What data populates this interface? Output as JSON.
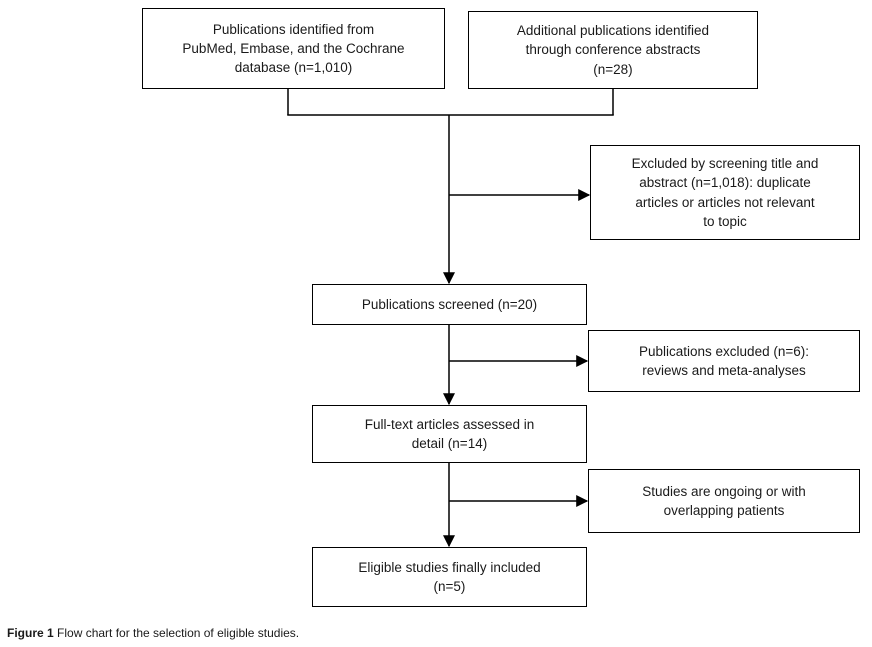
{
  "figure": {
    "caption_label": "Figure 1",
    "caption_text": " Flow chart for the selection of eligible studies."
  },
  "flowchart": {
    "background": "#ffffff",
    "line_color": "#000000",
    "boxes": {
      "identified_databases": "Publications identified from\nPubMed, Embase, and the Cochrane\ndatabase (n=1,010)",
      "identified_conference": "Additional publications identified\nthrough conference abstracts\n(n=28)",
      "excluded_screening": "Excluded by screening title and\nabstract (n=1,018): duplicate\narticles or articles not relevant\nto topic",
      "screened": "Publications screened (n=20)",
      "excluded_reviews": "Publications excluded (n=6):\nreviews and meta-analyses",
      "fulltext_assessed": "Full-text articles assessed in\ndetail (n=14)",
      "excluded_ongoing": "Studies are ongoing or with\noverlapping patients",
      "eligible_included": "Eligible studies finally included\n(n=5)"
    },
    "edges": [
      {
        "from": "identified_databases",
        "to": "screened"
      },
      {
        "from": "identified_conference",
        "to": "screened"
      },
      {
        "from": "identified_merge",
        "to": "excluded_screening"
      },
      {
        "from": "screened",
        "to": "fulltext_assessed"
      },
      {
        "from": "screened",
        "to": "excluded_reviews"
      },
      {
        "from": "fulltext_assessed",
        "to": "eligible_included"
      },
      {
        "from": "fulltext_assessed",
        "to": "excluded_ongoing"
      }
    ]
  }
}
